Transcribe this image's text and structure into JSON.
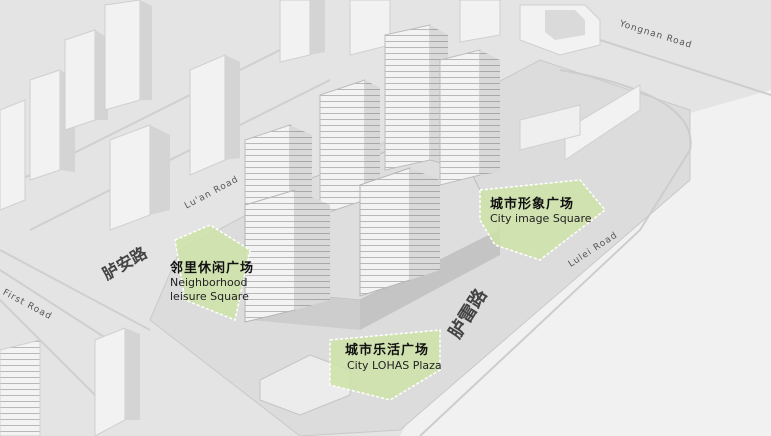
{
  "roads": {
    "yongnan": "Yongnan Road",
    "luan": "Lu'an Road",
    "luan_cn": "胪安路",
    "lulei": "Lulei Road",
    "lulei_cn": "胪雷路",
    "first": "First Road"
  },
  "plazas": [
    {
      "cn": "邻里休闲广场",
      "en1": "Neighborhood",
      "en2": "leisure Square"
    },
    {
      "cn": "城市形象广场",
      "en1": "City image Square"
    },
    {
      "cn": "城市乐活广场",
      "en1": "City LOHAS Plaza"
    }
  ],
  "colors": {
    "plaza_green": "#cfe3a9",
    "ground": "#e4e4e4",
    "building": "#f3f3f3"
  }
}
